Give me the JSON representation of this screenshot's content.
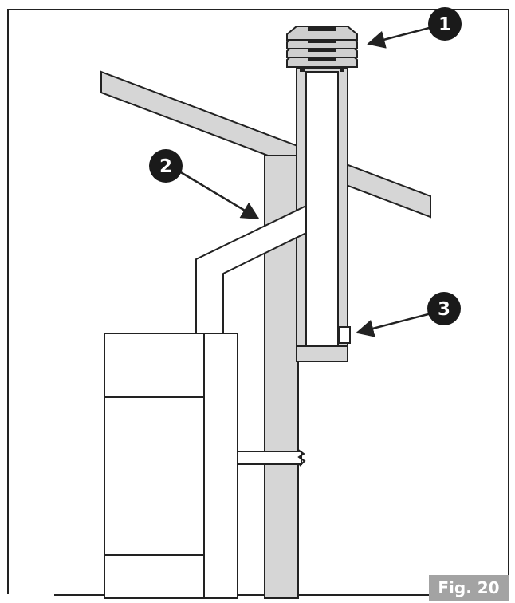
{
  "figure": {
    "label": "Fig. 20"
  },
  "callouts": [
    {
      "number": "1",
      "target": "chimney-cap"
    },
    {
      "number": "2",
      "target": "connector-pipe"
    },
    {
      "number": "3",
      "target": "cleanout-tee"
    }
  ],
  "colors": {
    "line": "#222222",
    "shade": "#d6d6d6",
    "callout_fill": "#1a1a1a",
    "fig_label_bg": "#a3a3a3",
    "fig_label_text": "#ffffff",
    "background": "#ffffff"
  }
}
